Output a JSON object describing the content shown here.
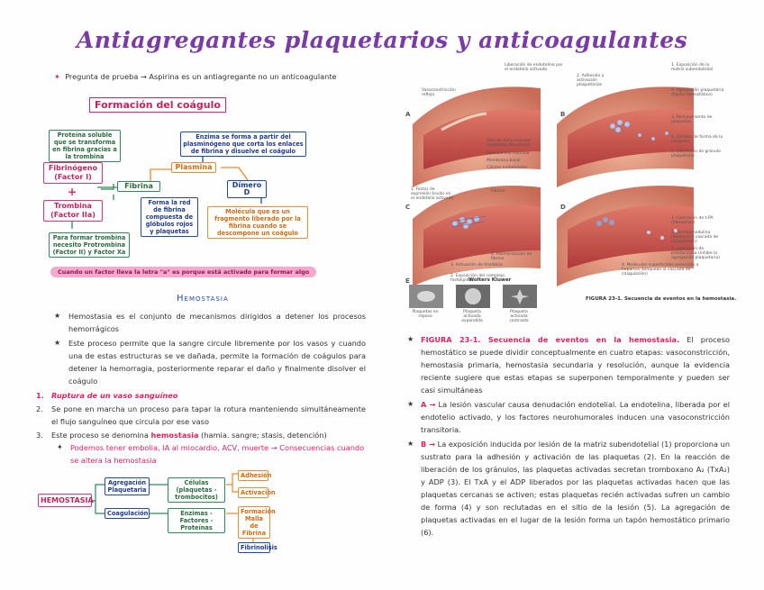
{
  "title": "Antiagregantes plaquetarios y anticoagulantes",
  "question": "Pregunta de prueba → Aspirina es un antiagregante no un anticoagulante",
  "clot": {
    "heading": "Formación del coágulo",
    "box_protein": "Proteína soluble que se transforma en fibrina gracias a la trombina",
    "fibrinogen": "Fibrinógeno (Factor I)",
    "plus": "+",
    "thrombin": "Trombina (Factor IIa)",
    "prothrombin_note": "Para formar trombina necesito Protrombina (Factor II) y Factor Xa",
    "fibrin": "Fibrina",
    "fibrin_note": "Forma la red de fibrina compuesta de glóbulos rojos y plaquetas",
    "plasmin": "Plasmina",
    "plasmin_note": "Enzima se forma a partir del plasminógeno que corta los enlaces de fibrina y disuelve el coágulo",
    "dimer": "Dímero D",
    "dimer_note": "Molécula que es un fragmento liberado por la fibrina cuando se descompone un coágulo",
    "factor_note": "Cuando un factor lleva la letra \"a\" es porque está activado para formar algo"
  },
  "hemostasis": {
    "heading": "Hemostasia",
    "b1": "Hemostasia es el conjunto de mecanismos dirigidos a detener los procesos hemorrágicos",
    "b2": "Este proceso permite que la sangre circule libremente por los vasos y cuando una de estas estructuras se ve dañada, permite la formación de coágulos para detener la hemorragia, posteriormente reparar el daño y finalmente disolver el coágulo",
    "n1_num": "1.",
    "n1": "Ruptura de un vaso sanguíneo",
    "n2_num": "2.",
    "n2": "Se pone en marcha un proceso para tapar la rotura manteniendo simultáneamente el flujo sanguíneo que circula por ese vaso",
    "n3_num": "3.",
    "n3_pre": "Este proceso se denomina ",
    "n3_hl": "hemostasia",
    "n3_post": " (hamia. sangre; stasis, detención)",
    "sub": "Podemos tener embolia, IA al miocardio, ACV, muerte → Consecuencias cuando se altera la hemostasia"
  },
  "diagram": {
    "hemostasia": "HEMOSTASIA",
    "agregacion": "Agregación Plaquetaria",
    "coagulacion": "Coagulación",
    "celulas": "Células (plaquetas - trombocitos)",
    "enzimas": "Enzimas - Factores - Proteínas",
    "adhesion": "Adhesión",
    "activacion": "Activación",
    "malla": "Formación Malla de Fibrina",
    "fibrinolisis": "Fibrinolisis"
  },
  "figure": {
    "caption": "FIGURA 23-1. Secuencia de eventos en la hemostasia.",
    "publisher": "Wolters Kluwer",
    "labels_a": [
      "Liberación de endotelina por el endotelio activado",
      "Vasoconstricción refleja",
      "Sitio de daño vascular (endotelio denudado)",
      "Músculo liso vascular",
      "Membrana basal",
      "Células endoteliales"
    ],
    "labels_b": [
      "1. Exposición de la matriz subendotelial",
      "2. Adhesión y activación plaquetarias",
      "6. Agregación plaquetaria (tapón hemostático)",
      "3. Reclutamiento de plaquetas",
      "4. Cambio de forma de la plaqueta",
      "5. Liberación de gránulo plaquetario"
    ],
    "labels_c": [
      "1. Factor de expresión tisular en el endotelio activado",
      "Fibrina",
      "4. Polimerización de fibrina",
      "3. Activación de trombina",
      "2. Exposición del complejo fosfolípidos"
    ],
    "labels_d": [
      "1. Liberación de t-PA (fibrinolisis)",
      "2. Trombomodulina (bloquea la cascada de coagulación)",
      "3. Liberación de prostaciclina (inhibe la agregación plaquetaria)",
      "4. Moléculas superficiales parecidas a heparina (bloquean la cascada de coagulación)"
    ],
    "micro": [
      "Plaquetas en reposo",
      "Plaqueta activada expandida",
      "Plaqueta activada contraída"
    ],
    "panel_letters": [
      "A",
      "B",
      "C",
      "D",
      "E"
    ]
  },
  "right_text": {
    "fig_title": "FIGURA 23-1. Secuencia de eventos en la hemostasia.",
    "fig_body": " El proceso hemostático se puede dividir conceptualmente en cuatro etapas: vasoconstricción, hemostasia primaria, hemostasia secundaria y resolución, aunque la evidencia reciente sugiere que estas etapas se superponen temporalmente y pueden ser casi simultáneas",
    "a_label": "A →",
    "a_body": " La lesión vascular causa denudación endotelial. La endotelina, liberada por el endotelio activado, y los factores neurohumorales inducen una vasoconstricción transitoria.",
    "b_label": "B →",
    "b_body": " La exposición inducida por lesión de la matriz subendotelial (1) proporciona un sustrato para la adhesión y activación de las plaquetas (2). En la reacción de liberación de los gránulos, las plaquetas activadas secretan tromboxano A₂ (TxA₂) y ADP (3). El TxA y el ADP liberados por las plaquetas activadas hacen que las plaquetas cercanas se activen; estas plaquetas recién activadas sufren un cambio de forma (4) y son reclutadas en el sitio de la lesión (5). La agregación de plaquetas activadas en el lugar de la lesión forma un tapón hemostático primario (6)."
  },
  "colors": {
    "title": "#7a3aa8",
    "accent": "#e0245e",
    "green": "#2e8b57",
    "blue": "#1f4aa8",
    "orange": "#f08a2a"
  }
}
